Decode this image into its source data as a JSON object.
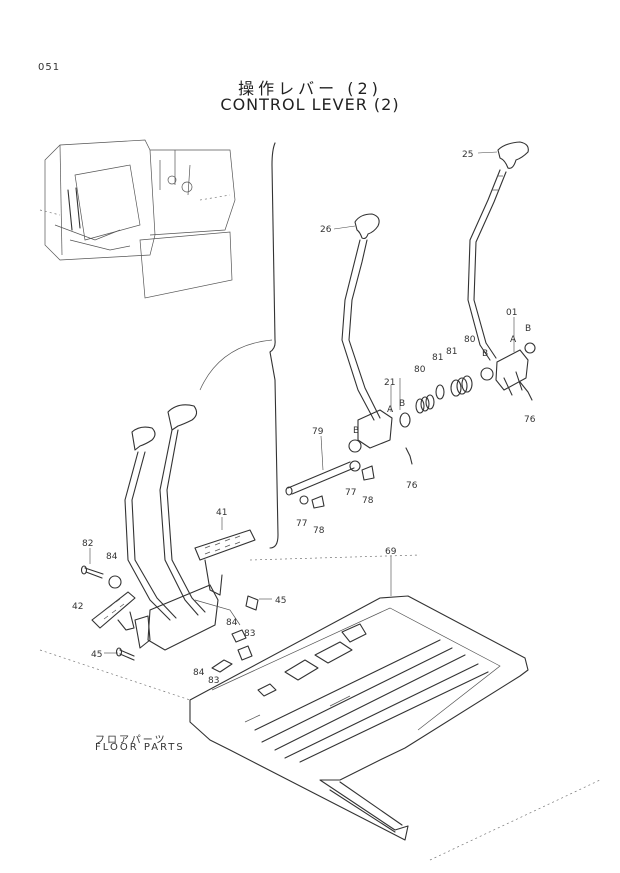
{
  "page_number": "051",
  "title_jp": "操作レバー (2)",
  "title_en": "CONTROL LEVER (2)",
  "floor_parts_jp": "フロアパーツ",
  "floor_parts_en": "FLOOR PARTS",
  "callouts": {
    "c25": "25",
    "c26": "26",
    "c01": "01",
    "cA1": "A",
    "cB1": "B",
    "cB2": "B",
    "c80a": "80",
    "c81a": "81",
    "c81b": "81",
    "c80b": "80",
    "c21": "21",
    "cA2": "A",
    "cB3": "B",
    "cB4": "B",
    "c79": "79",
    "c76a": "76",
    "c76b": "76",
    "c77a": "77",
    "c78a": "78",
    "c77b": "77",
    "c78b": "78",
    "c41": "41",
    "c82": "82",
    "c84a": "84",
    "c42": "42",
    "c45a": "45",
    "c45b": "45",
    "c84b": "84",
    "c83a": "83",
    "c84c": "84",
    "c83b": "83",
    "c69": "69"
  }
}
